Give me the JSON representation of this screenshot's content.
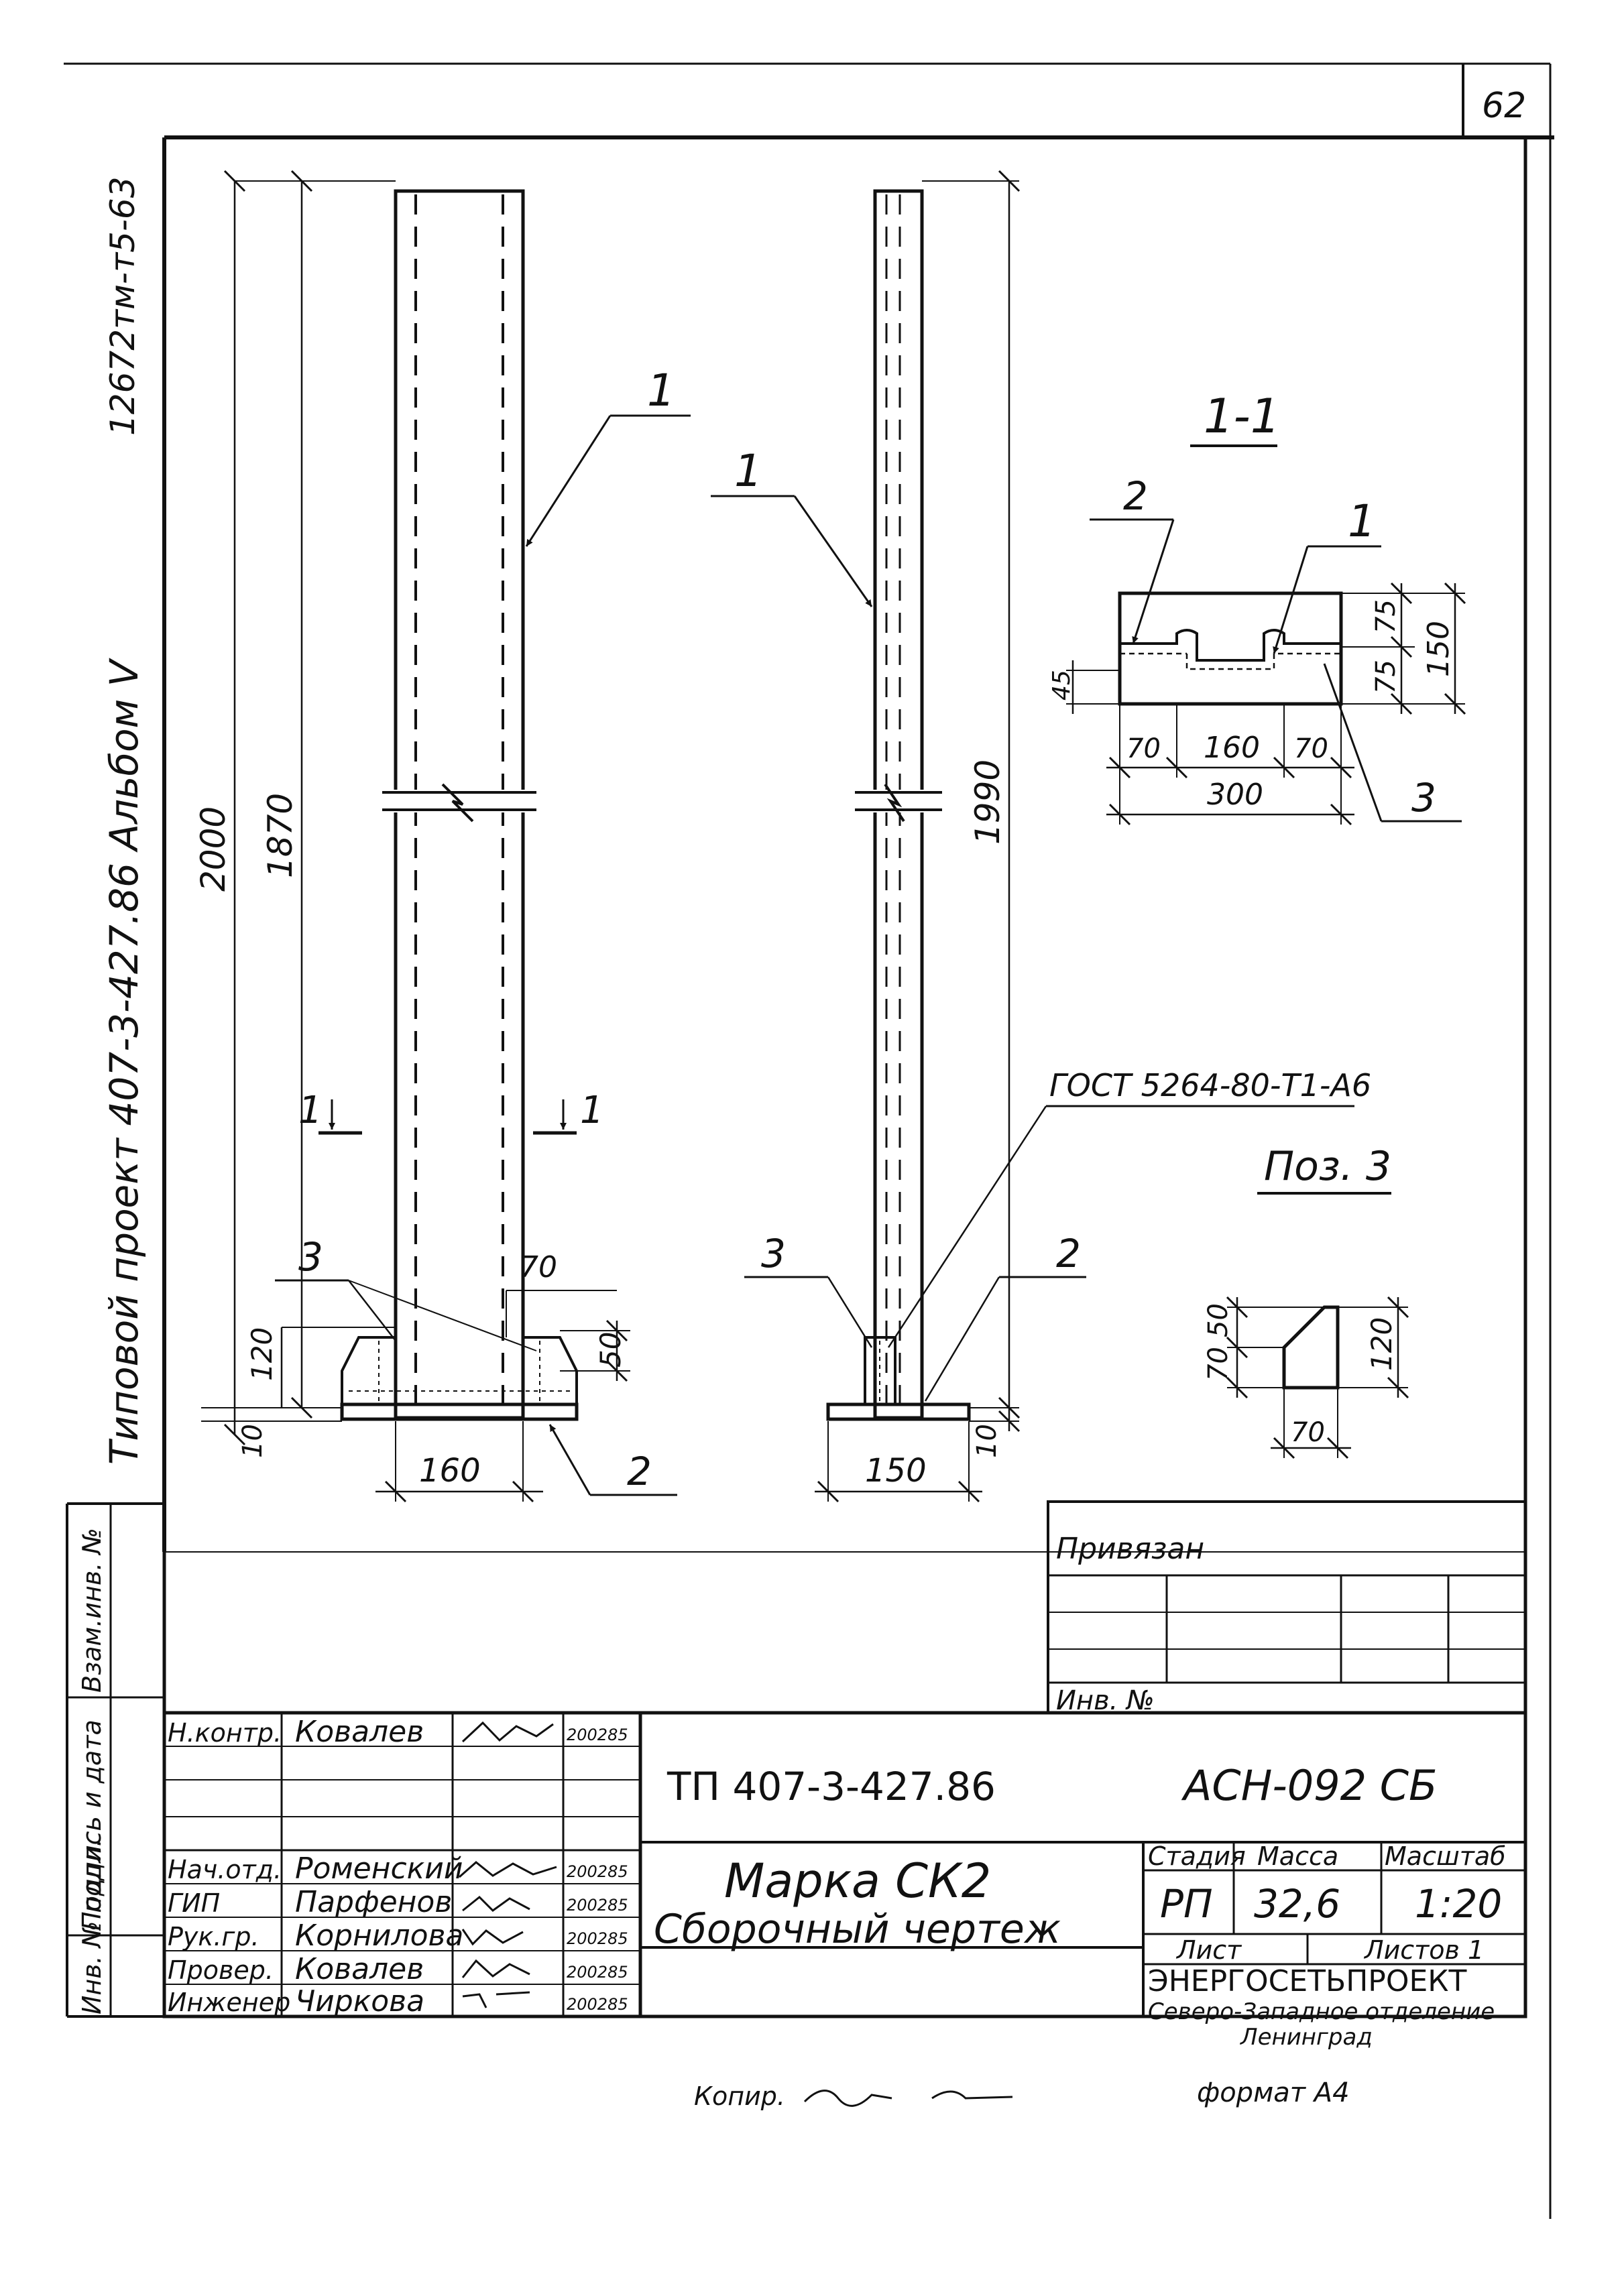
{
  "sheet": {
    "page_number": "62",
    "archive_number": "12672тм-т5-63",
    "side_title": "Типовой проект 407-3-427.86 Альбом V",
    "side_stamp": [
      "Инв. № подл.",
      "Подпись и дата",
      "Взам.инв. №"
    ]
  },
  "drawing": {
    "pos_1": "1",
    "pos_2": "2",
    "pos_3": "3",
    "section_mark": "1",
    "section_title": "1-1",
    "detail_title": "Поз. 3",
    "gost_note": "ГОСТ 5264-80-Т1-А6",
    "front": {
      "h_total": "2000",
      "h_inner": "1870",
      "h_base": "120",
      "t_plate": "10",
      "w_base": "160",
      "rib_w": "70",
      "rib_h": "50"
    },
    "side": {
      "h_total": "1990",
      "w_base": "150",
      "t_plate": "10"
    },
    "section": {
      "d_45": "45",
      "d_75a": "75",
      "d_75b": "75",
      "d_150": "150",
      "d_70a": "70",
      "d_160": "160",
      "d_70b": "70",
      "d_300": "300"
    },
    "detail": {
      "d_70": "70",
      "d_50": "50",
      "d_120": "120",
      "d_70w": "70"
    }
  },
  "bound_table": {
    "title": "Привязан",
    "inv_label": "Инв. №"
  },
  "title_block": {
    "doc_code": "ТП 407-3-427.86",
    "mark_code": "АСН-092 СБ",
    "name_line1": "Марка СК2",
    "name_line2": "Сборочный чертеж",
    "stage_label": "Стадия",
    "mass_label": "Масса",
    "scale_label": "Масштаб",
    "stage": "РП",
    "mass": "32,6",
    "scale": "1:20",
    "sheet_label": "Лист",
    "sheets_label": "Листов 1",
    "org_name": "ЭНЕРГОСЕТЬПРОЕКТ",
    "org_branch": "Северо-Западное отделение",
    "org_city": "Ленинград",
    "signers": [
      {
        "role": "Н.контр.",
        "name": "Ковалев",
        "date": "200285"
      },
      {
        "role": "Нач.отд.",
        "name": "Роменский",
        "date": "200285"
      },
      {
        "role": "ГИП",
        "name": "Парфенов",
        "date": "200285"
      },
      {
        "role": "Рук.гр.",
        "name": "Корнилова",
        "date": "200285"
      },
      {
        "role": "Провер.",
        "name": "Ковалев",
        "date": "200285"
      },
      {
        "role": "Инженер",
        "name": "Чиркова",
        "date": "200285"
      }
    ]
  },
  "footer": {
    "copied": "Копир.",
    "format": "формат А4"
  }
}
